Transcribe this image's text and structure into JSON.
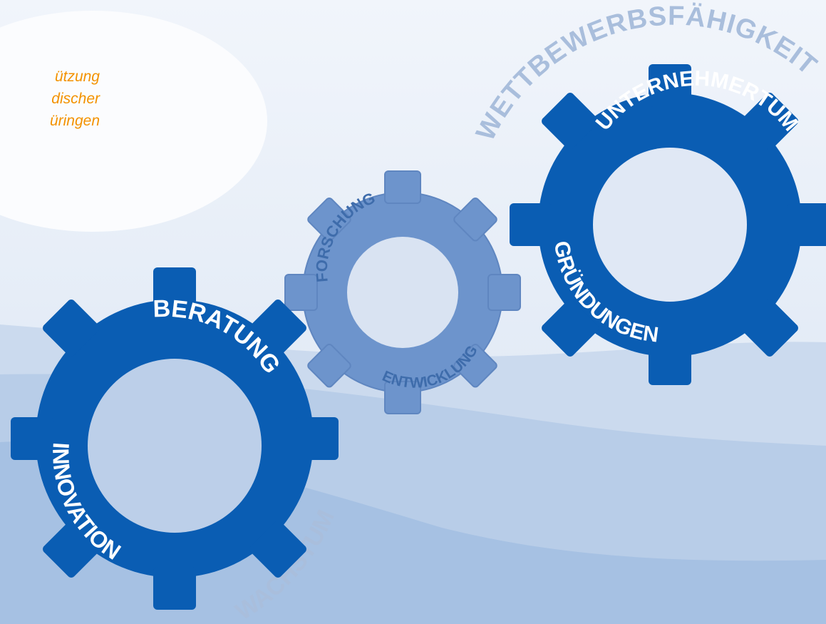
{
  "intro": {
    "lines": [
      "ützung",
      "discher",
      "üringen"
    ]
  },
  "arcs": {
    "top": "WETTBEWERBSFÄHIGKEIT",
    "bottom": "WACHSTUM"
  },
  "gears": {
    "right": {
      "top": "UNTERNEHMERTUM",
      "bottom": "GRÜNDUNGEN"
    },
    "middle": {
      "top": "FORSCHUNG",
      "bottom": "ENTWICKLUNG"
    },
    "left": {
      "top": "BERATUNG",
      "bottom": "INNOVATION"
    }
  },
  "colors": {
    "gear_dark": "#0a5db3",
    "gear_light": "#6d94cc",
    "text_orange": "#f39200",
    "arc_text": "#a9bedc"
  }
}
